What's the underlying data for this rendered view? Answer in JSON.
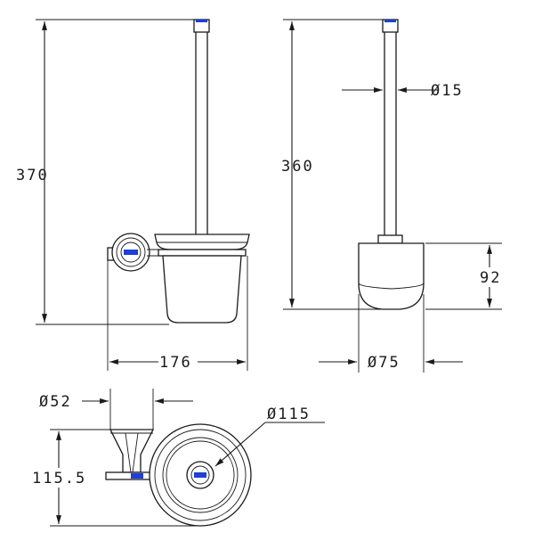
{
  "colors": {
    "line": "#1a1a1a",
    "accent": "#1f3fd6",
    "background": "#ffffff"
  },
  "dimensions": {
    "front_total_height": "370",
    "front_width": "176",
    "side_height": "360",
    "handle_diameter": "Ø15",
    "cup_height": "92",
    "cup_diameter": "Ø75",
    "base_diameter": "Ø52",
    "base_height": "115.5",
    "top_diameter": "Ø115"
  }
}
